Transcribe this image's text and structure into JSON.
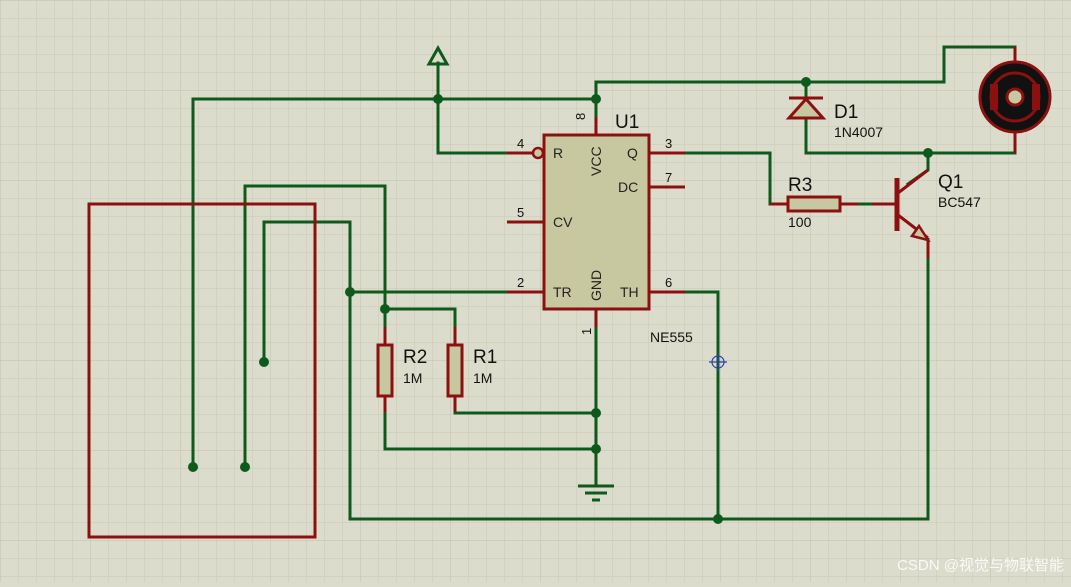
{
  "colors": {
    "background": "#dcdccc",
    "grid_minor": "#c9c9b6",
    "grid_major": "#bfbfa9",
    "wire": "#0d5a1c",
    "component": "#8b1010",
    "component_fill": "#c8c8a0"
  },
  "u1": {
    "ref": "U1",
    "value": "NE555",
    "pins": {
      "vcc": {
        "num": "8",
        "name": "VCC"
      },
      "r": {
        "num": "4",
        "name": "R"
      },
      "cv": {
        "num": "5",
        "name": "CV"
      },
      "tr": {
        "num": "2",
        "name": "TR"
      },
      "q": {
        "num": "3",
        "name": "Q"
      },
      "dc": {
        "num": "7",
        "name": "DC"
      },
      "th": {
        "num": "6",
        "name": "TH"
      },
      "gnd": {
        "num": "1",
        "name": "GND"
      }
    }
  },
  "r1": {
    "ref": "R1",
    "value": "1M"
  },
  "r2": {
    "ref": "R2",
    "value": "1M"
  },
  "r3": {
    "ref": "R3",
    "value": "100"
  },
  "d1": {
    "ref": "D1",
    "value": "1N4007"
  },
  "q1": {
    "ref": "Q1",
    "value": "BC547"
  },
  "watermark": "CSDN @视觉与物联智能"
}
